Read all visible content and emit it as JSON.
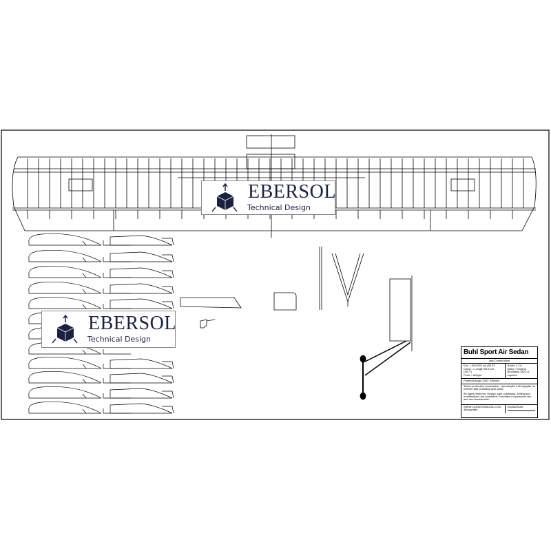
{
  "drawing": {
    "title": "Buhl Sport Air Sedan",
    "subtitle": "Asa Construction",
    "specs": [
      "Env. = 85/1255 cm (83.5\")",
      "Comp. = Length 95.3 cm (38.7\")",
      "Peso = Weight"
    ],
    "radio": "Radio: 4 Ch",
    "motor": "Motor = Engine Brushless 2822 or superior",
    "design_credit": "Projeto/Design 2002: Ebersol",
    "rights_pt": "Todos os direitos reservados - reprodução e divulgação na Internet são proibidas pelo autor.",
    "rights_en": "All rights reserved. Design, sale publishing, selling and modifications are prohibited. Permitted for personal use and non-transferable.",
    "website": "WWW.CARADOMAUSA.COM",
    "copyright": "@copyright",
    "scale_label": "Escala/Scale"
  },
  "watermarks": [
    {
      "brand": "EBERSOL",
      "tagline": "Technical Design"
    },
    {
      "brand": "EBERSOL",
      "tagline": "Technical Design"
    }
  ],
  "colors": {
    "ink": "#000000",
    "brand": "#1b2140"
  }
}
